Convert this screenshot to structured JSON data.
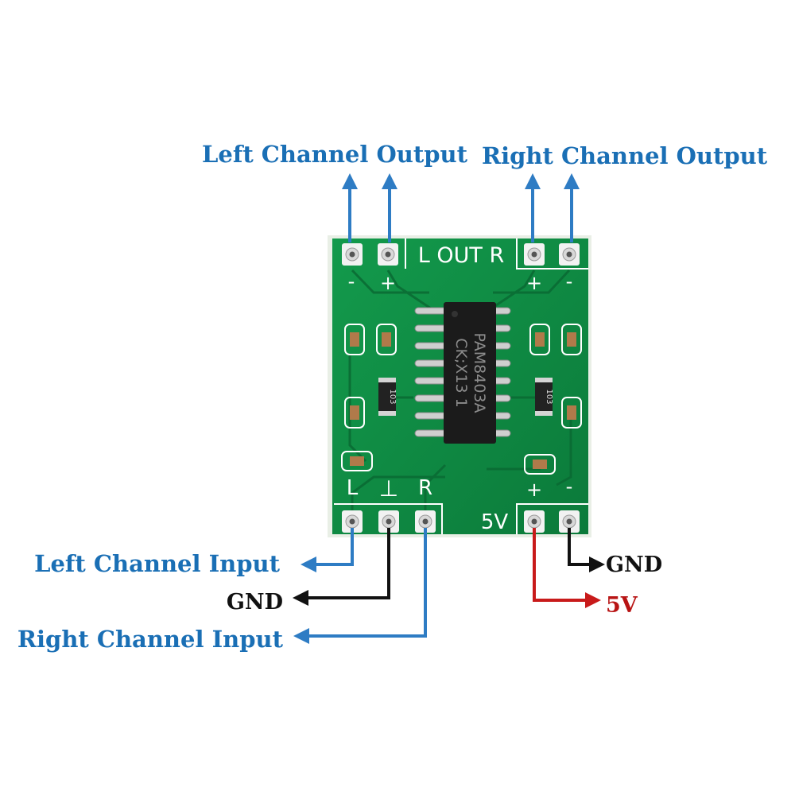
{
  "labels": {
    "left_output": "Left Channel Output",
    "right_output": "Right Channel Output",
    "left_input": "Left Channel Input",
    "gnd_input": "GND",
    "right_input": "Right Channel Input",
    "gnd_power": "GND",
    "power_5v": "5V"
  },
  "board": {
    "output_header": "L OUT R",
    "out_left_minus": "-",
    "out_left_plus": "+",
    "out_right_plus": "+",
    "out_right_minus": "-",
    "in_left": "L",
    "in_gnd": "⊥",
    "in_right": "R",
    "power_label": "5V",
    "power_plus": "+",
    "power_minus": "-",
    "chip_line1": "PAM8403A",
    "chip_line2": "CK;X13 1",
    "resistor_left": "103",
    "resistor_right": "103"
  },
  "colors": {
    "label_blue": "#1a6fb5",
    "arrow_blue": "#2e7cc4",
    "wire_black": "#111111",
    "wire_red": "#c81a1a",
    "label_red": "#b81414",
    "pcb_green": "#0f8a43"
  }
}
